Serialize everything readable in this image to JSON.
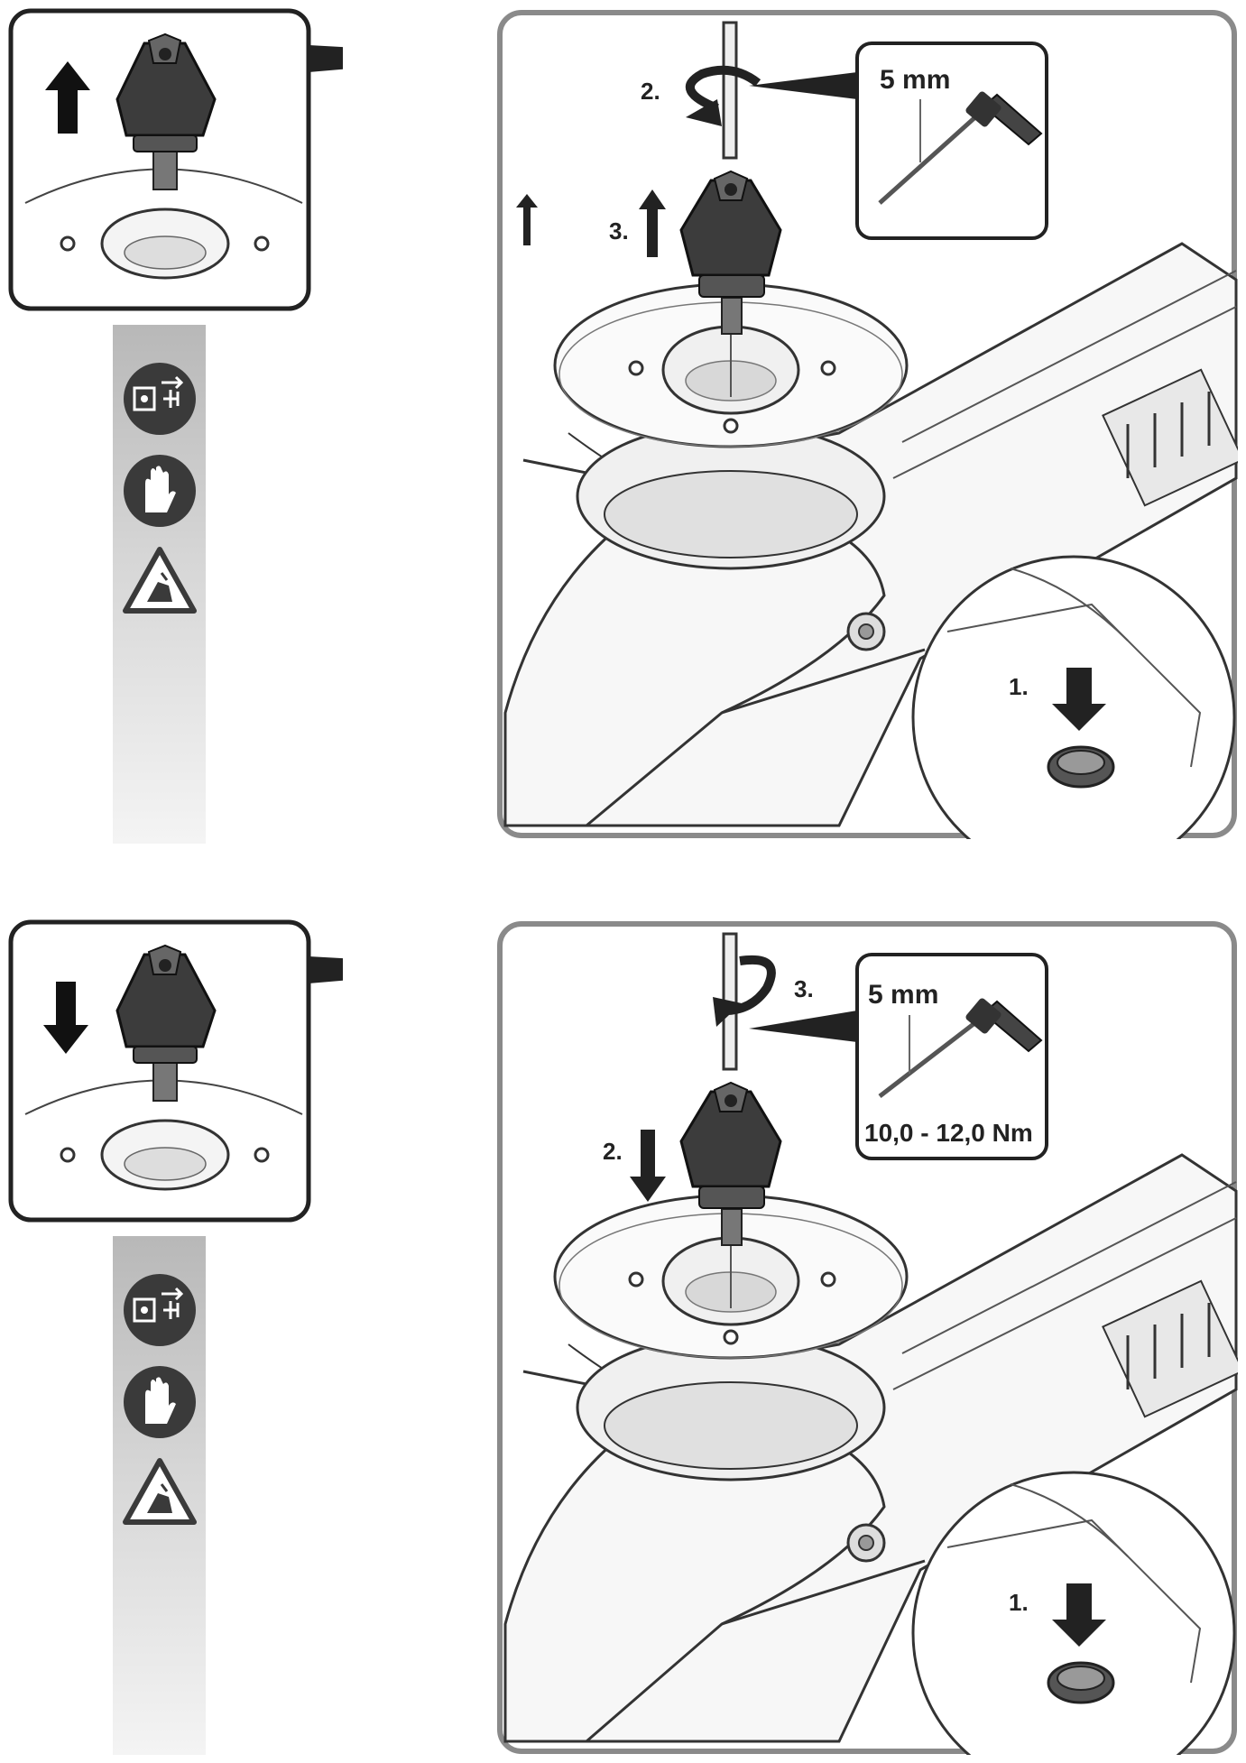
{
  "panels": [
    {
      "direction": "up",
      "steps": {
        "step1": "1.",
        "step2": "2.",
        "step3": "3."
      },
      "tool": {
        "size": "5 mm",
        "torque": ""
      },
      "safety_icons": [
        "unplug-icon",
        "gloves-icon",
        "warning-hand-icon"
      ]
    },
    {
      "direction": "down",
      "steps": {
        "step1": "1.",
        "step2": "2.",
        "step3": "3."
      },
      "tool": {
        "size": "5 mm",
        "torque": "10,0 - 12,0 Nm"
      },
      "safety_icons": [
        "unplug-icon",
        "gloves-icon",
        "warning-hand-icon"
      ]
    }
  ],
  "colors": {
    "frame": "#8a8a8a",
    "ink": "#222222",
    "knob": "#3c3c3c",
    "strip_top": "#b8b8b8",
    "strip_bottom": "#f4f4f4"
  }
}
